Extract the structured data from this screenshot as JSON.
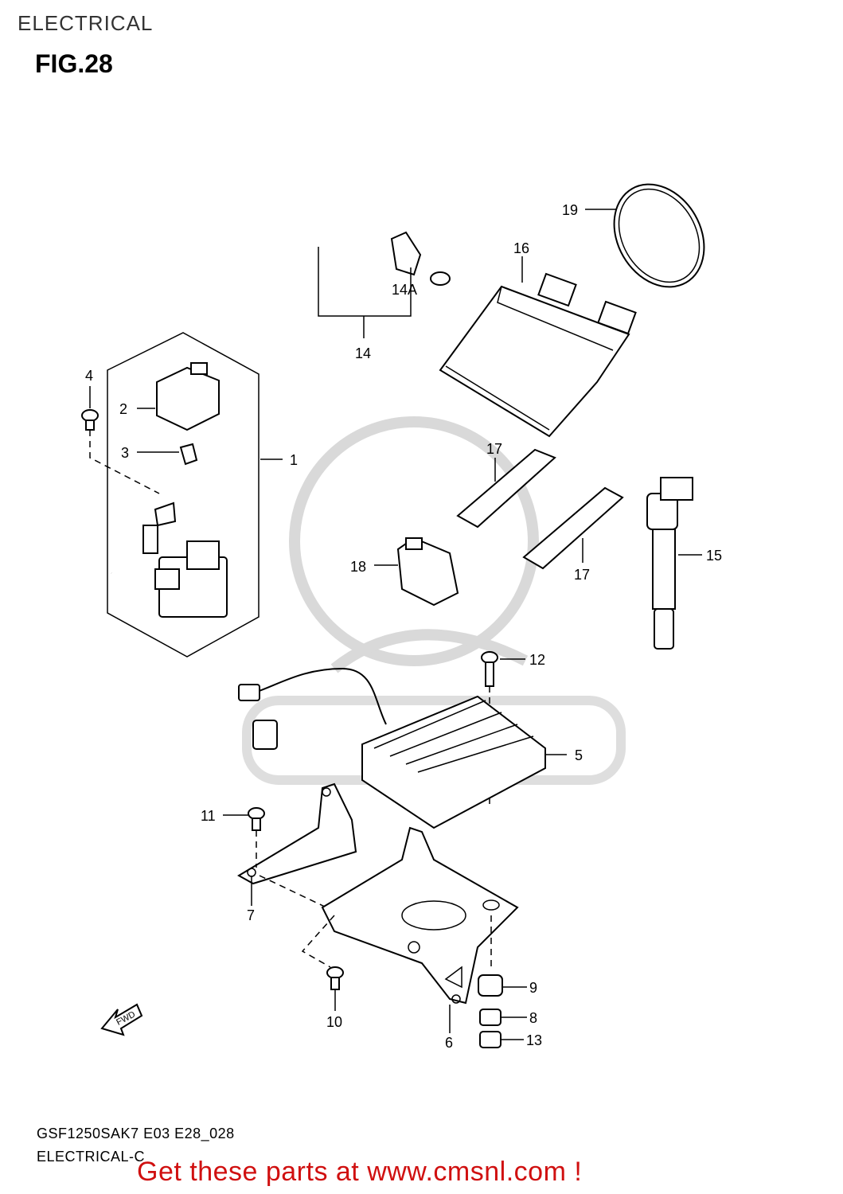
{
  "header": {
    "section": "ELECTRICAL",
    "figure": "FIG.28"
  },
  "callouts": [
    {
      "id": "1",
      "text": "1"
    },
    {
      "id": "2",
      "text": "2"
    },
    {
      "id": "3",
      "text": "3"
    },
    {
      "id": "4",
      "text": "4"
    },
    {
      "id": "5",
      "text": "5"
    },
    {
      "id": "6",
      "text": "6"
    },
    {
      "id": "7",
      "text": "7"
    },
    {
      "id": "8",
      "text": "8"
    },
    {
      "id": "9",
      "text": "9"
    },
    {
      "id": "10",
      "text": "10"
    },
    {
      "id": "11",
      "text": "11"
    },
    {
      "id": "12",
      "text": "12"
    },
    {
      "id": "13",
      "text": "13"
    },
    {
      "id": "14",
      "text": "14"
    },
    {
      "id": "14A",
      "text": "14A"
    },
    {
      "id": "15",
      "text": "15"
    },
    {
      "id": "16",
      "text": "16"
    },
    {
      "id": "17a",
      "text": "17"
    },
    {
      "id": "17b",
      "text": "17"
    },
    {
      "id": "18",
      "text": "18"
    },
    {
      "id": "19",
      "text": "19"
    }
  ],
  "fwd_label": "FWD",
  "footer": {
    "model_code": "GSF1250SAK7 E03 E28_028",
    "section_code": "ELECTRICAL-C",
    "promo": "Get these parts at www.cmsnl.com !"
  },
  "colors": {
    "promo": "#d01010",
    "watermark": "#d9d9d9",
    "lines": "#000000"
  }
}
